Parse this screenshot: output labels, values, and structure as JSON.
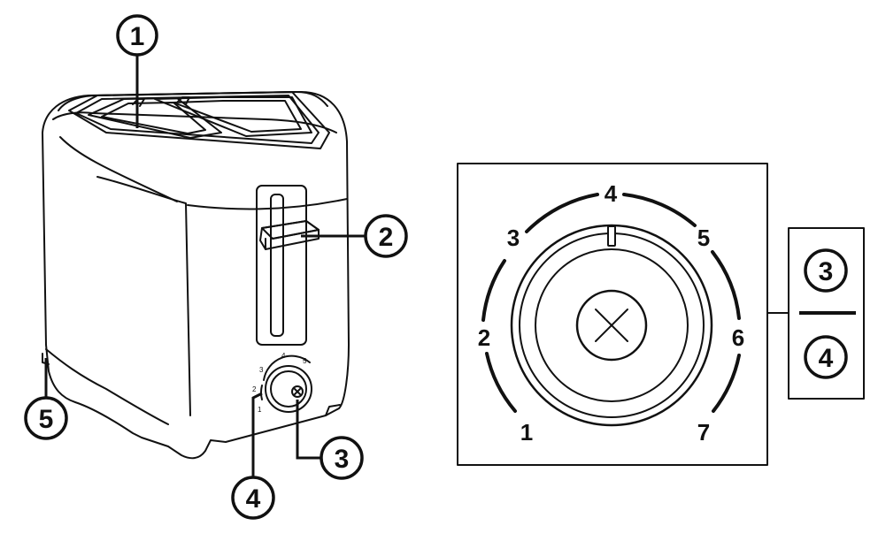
{
  "callouts": [
    {
      "id": "1",
      "label": "1"
    },
    {
      "id": "2",
      "label": "2"
    },
    {
      "id": "3",
      "label": "3"
    },
    {
      "id": "4",
      "label": "4"
    },
    {
      "id": "5",
      "label": "5"
    }
  ],
  "dial": {
    "settings": [
      "1",
      "2",
      "3",
      "4",
      "5",
      "6",
      "7"
    ],
    "small_settings": [
      "1",
      "2",
      "3",
      "4",
      "5"
    ]
  },
  "legend": {
    "top": "3",
    "bottom": "4"
  }
}
